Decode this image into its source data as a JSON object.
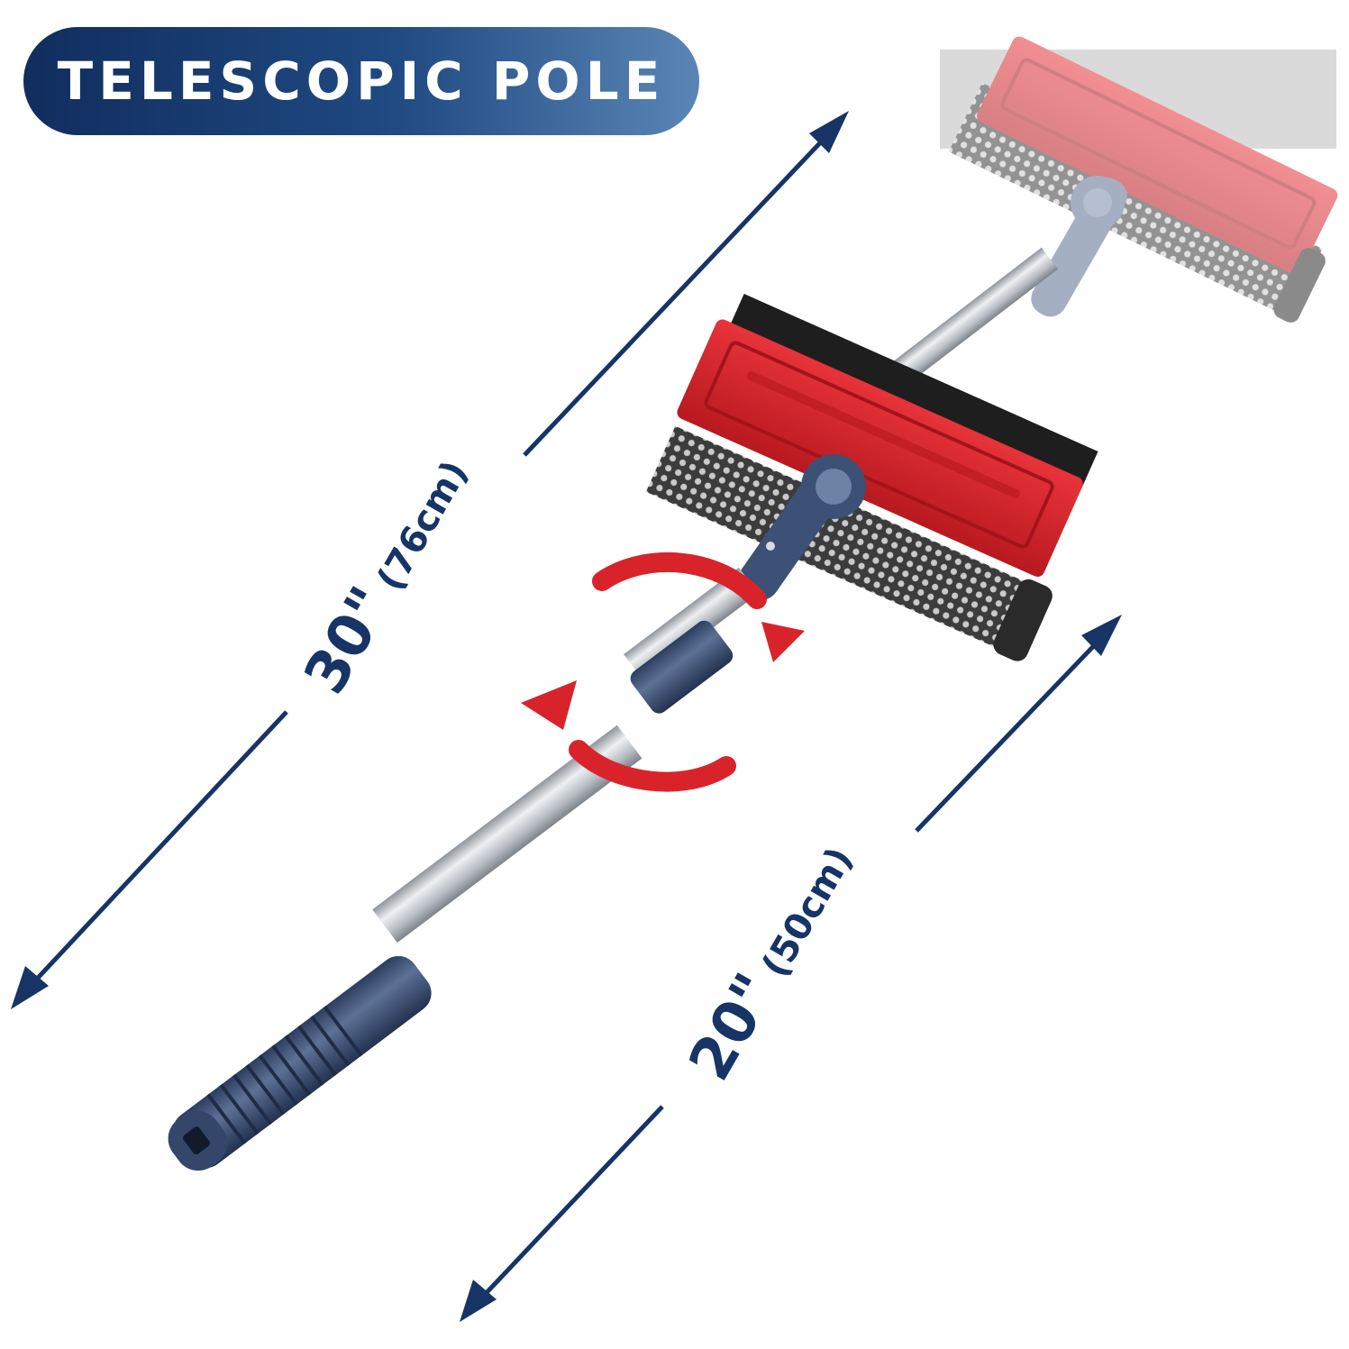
{
  "title": "TELESCOPIC POLE",
  "dimensions": {
    "long": {
      "main": "30\"",
      "sub": "(76cm)"
    },
    "short": {
      "main": "20\"",
      "sub": "(50cm)"
    }
  },
  "colors": {
    "navy": "#163566",
    "red": "#d9232a",
    "pole": "#c9cdd2",
    "grip": "#3b4f72",
    "sponge": "#3a3a3a"
  },
  "icons": [
    "dimension-arrow-icon",
    "rotate-arrow-icon"
  ]
}
